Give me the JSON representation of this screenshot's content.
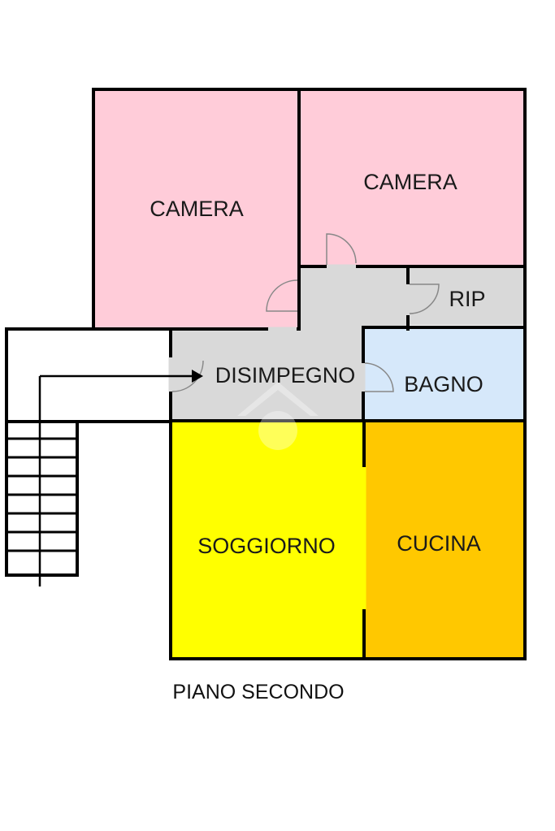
{
  "title": "PIANO SECONDO",
  "colors": {
    "camera": "#ffccd9",
    "disimpegno": "#d9d9d9",
    "rip": "#d9d9d9",
    "bagno": "#d6e8fa",
    "soggiorno": "#ffff00",
    "cucina": "#ffc800",
    "walls": "#000000",
    "background": "#ffffff"
  },
  "rooms": {
    "camera_left": "CAMERA",
    "camera_right": "CAMERA",
    "rip": "RIP",
    "disimpegno": "DISIMPEGNO",
    "bagno": "BAGNO",
    "soggiorno": "SOGGIORNO",
    "cucina": "CUCINA"
  }
}
